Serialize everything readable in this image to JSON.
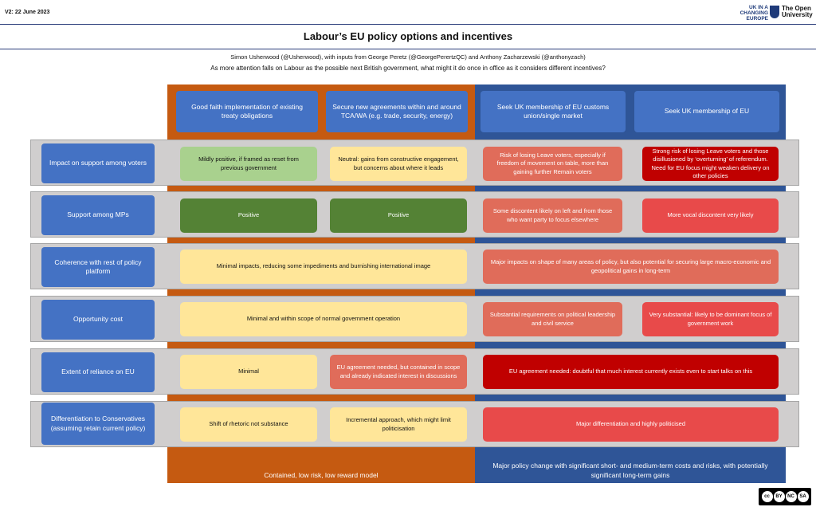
{
  "header": {
    "version": "V2: 22 June 2023",
    "logo_uk": "UK IN A CHANGING EUROPE",
    "logo_ou": "The Open University"
  },
  "title": "Labour’s EU policy options and incentives",
  "authors": "Simon Usherwood (@Usherwood), with inputs from George Peretz (@GeorgePerertzQC) and Anthony Zacharzewski (@anthonyzach)",
  "question": "As more attention falls on Labour as the possible next British government, what might it do once in office as it considers different incentives?",
  "colors": {
    "orange_band": "#c55a11",
    "blue_band": "#2f5597",
    "header_blue": "#4472c4",
    "light_green": "#a9d18e",
    "dark_green": "#548235",
    "light_yellow": "#ffe699",
    "salmon": "#e06c5a",
    "red": "#e84a4a",
    "dark_red": "#c00000",
    "row_grey": "#d0cece"
  },
  "columns": [
    "Good faith implementation of existing treaty obligations",
    "Secure new agreements within and around TCA/WA (e.g. trade, security, energy)",
    "Seek UK membership of EU customs union/single market",
    "Seek UK membership of EU"
  ],
  "rows": [
    {
      "label": "Impact on support among voters",
      "cells": [
        {
          "text": "Mildly positive, if framed as reset from previous government",
          "color": "#a9d18e"
        },
        {
          "text": "Neutral: gains from constructive engagement, but concerns about where it leads",
          "color": "#ffe699"
        },
        {
          "text": "Risk of losing Leave voters, especially if freedom of movement on table, more than gaining further Remain voters",
          "color": "#e06c5a"
        },
        {
          "text": "Strong risk of losing Leave voters and those disillusioned by ‘overturning’ of referendum. Need for EU focus might weaken delivery on other policies",
          "color": "#c00000"
        }
      ]
    },
    {
      "label": "Support among MPs",
      "cells": [
        {
          "text": "Positive",
          "color": "#548235"
        },
        {
          "text": "Positive",
          "color": "#548235"
        },
        {
          "text": "Some discontent likely on left and from those who want party to focus elsewhere",
          "color": "#e06c5a"
        },
        {
          "text": "More vocal discontent very likely",
          "color": "#e84a4a"
        }
      ]
    },
    {
      "label": "Coherence with rest of policy platform",
      "cells": [
        {
          "text": "Minimal impacts, reducing some impediments and burnishing international image",
          "color": "#ffe699"
        },
        {
          "text": "Major impacts on shape of many areas of policy, but also potential for securing large macro-economic and geopolitical gains in long-term",
          "color": "#e06c5a"
        }
      ]
    },
    {
      "label": "Opportunity cost",
      "cells": [
        {
          "text": "Minimal and within scope of normal government operation",
          "color": "#ffe699"
        },
        {
          "text": "Substantial requirements on political leadership and civil service",
          "color": "#e06c5a"
        },
        {
          "text": "Very substantial: likely to be dominant focus of government work",
          "color": "#e84a4a"
        }
      ]
    },
    {
      "label": "Extent of reliance on EU",
      "cells": [
        {
          "text": "Minimal",
          "color": "#ffe699"
        },
        {
          "text": "EU agreement needed, but contained in scope and already indicated interest in discussions",
          "color": "#e06c5a"
        },
        {
          "text": "EU agreement needed: doubtful that much interest currently exists even to start talks on this",
          "color": "#c00000"
        }
      ]
    },
    {
      "label": "Differentiation to Conservatives (assuming retain current policy)",
      "cells": [
        {
          "text": "Shift of rhetoric not substance",
          "color": "#ffe699"
        },
        {
          "text": "Incremental approach, which might limit politicisation",
          "color": "#ffe699"
        },
        {
          "text": "Major differentiation and highly politicised",
          "color": "#e84a4a"
        }
      ]
    }
  ],
  "bottom": {
    "left": "Contained, low risk, low reward model",
    "right": "Major policy change with significant short- and medium-term costs and risks, with potentially significant long-term gains"
  },
  "license": [
    "cc",
    "BY",
    "NC",
    "SA"
  ]
}
